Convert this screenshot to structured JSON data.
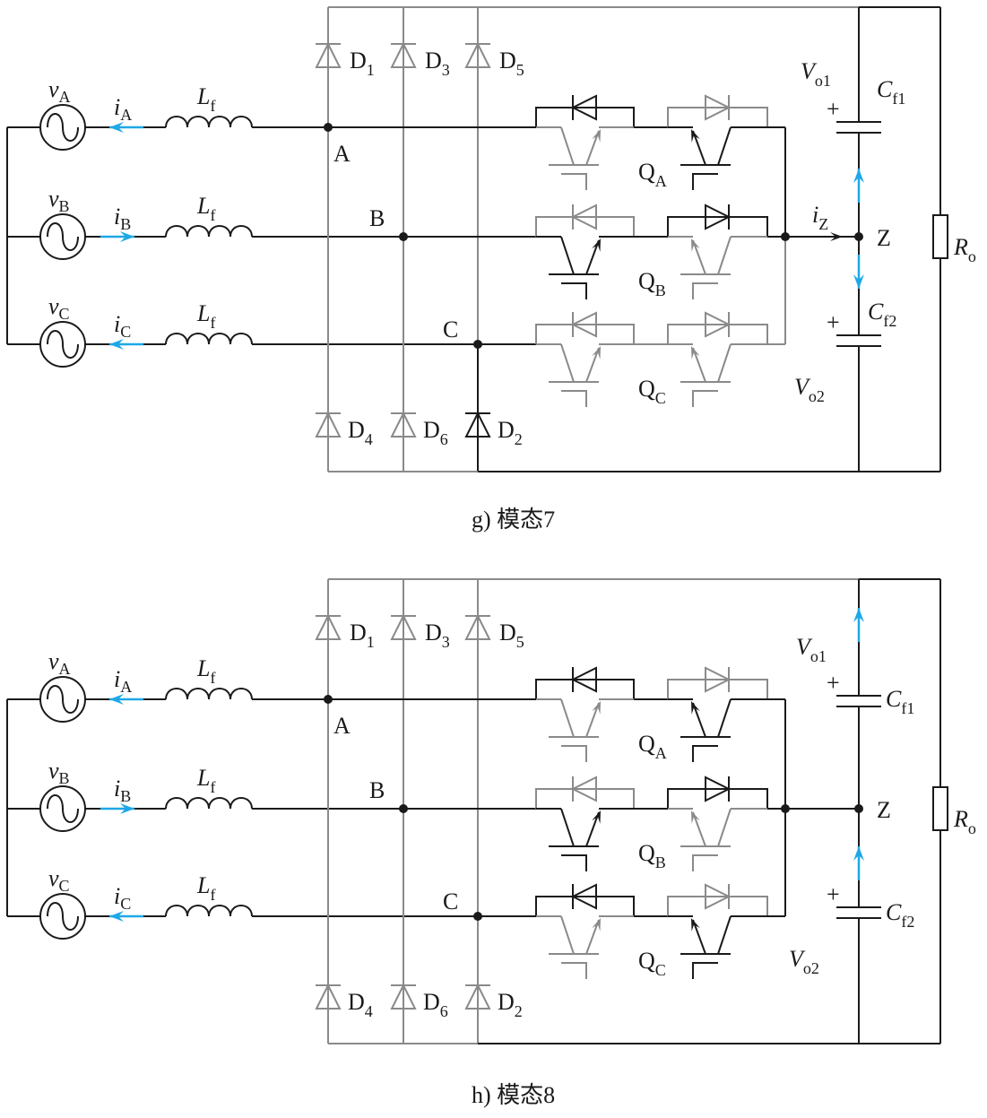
{
  "figure": {
    "colors": {
      "active_wire": "#1a1a1a",
      "inactive_wire": "#8a8a8a",
      "current_arrow": "#1ea8e6"
    },
    "panels": [
      {
        "id": "g",
        "caption": "g) 模态7",
        "sources": [
          {
            "v_main": "v",
            "v_sub": "A",
            "i_main": "i",
            "i_sub": "A",
            "current_dir": "left"
          },
          {
            "v_main": "v",
            "v_sub": "B",
            "i_main": "i",
            "i_sub": "B",
            "current_dir": "right"
          },
          {
            "v_main": "v",
            "v_sub": "C",
            "i_main": "i",
            "i_sub": "C",
            "current_dir": "left"
          }
        ],
        "inductor": {
          "main": "L",
          "sub": "f"
        },
        "nodes": [
          "A",
          "B",
          "C",
          "Z"
        ],
        "diodes_top": [
          {
            "main": "D",
            "sub": "1",
            "active": false
          },
          {
            "main": "D",
            "sub": "3",
            "active": false
          },
          {
            "main": "D",
            "sub": "5",
            "active": false
          }
        ],
        "diodes_bottom": [
          {
            "main": "D",
            "sub": "4",
            "active": false
          },
          {
            "main": "D",
            "sub": "6",
            "active": false
          },
          {
            "main": "D",
            "sub": "2",
            "active": true
          }
        ],
        "switches": [
          {
            "main": "Q",
            "sub": "A",
            "left_diode_active": true,
            "left_igbt_active": false,
            "right_diode_active": false,
            "right_igbt_active": true
          },
          {
            "main": "Q",
            "sub": "B",
            "left_diode_active": false,
            "left_igbt_active": true,
            "right_diode_active": true,
            "right_igbt_active": false
          },
          {
            "main": "Q",
            "sub": "C",
            "left_diode_active": false,
            "left_igbt_active": false,
            "right_diode_active": false,
            "right_igbt_active": false
          }
        ],
        "iz": {
          "main": "i",
          "sub": "Z",
          "shown": true
        },
        "capacitors": [
          {
            "main": "C",
            "sub": "f1"
          },
          {
            "main": "C",
            "sub": "f2"
          }
        ],
        "output_voltages": [
          {
            "main": "V",
            "sub": "o1"
          },
          {
            "main": "V",
            "sub": "o2"
          }
        ],
        "plus_sign": "+",
        "resistor": {
          "main": "R",
          "sub": "o"
        },
        "cap_currents": {
          "upper": "up",
          "lower": "down"
        }
      },
      {
        "id": "h",
        "caption": "h) 模态8",
        "sources": [
          {
            "v_main": "v",
            "v_sub": "A",
            "i_main": "i",
            "i_sub": "A",
            "current_dir": "left"
          },
          {
            "v_main": "v",
            "v_sub": "B",
            "i_main": "i",
            "i_sub": "B",
            "current_dir": "right"
          },
          {
            "v_main": "v",
            "v_sub": "C",
            "i_main": "i",
            "i_sub": "C",
            "current_dir": "left"
          }
        ],
        "inductor": {
          "main": "L",
          "sub": "f"
        },
        "nodes": [
          "A",
          "B",
          "C",
          "Z"
        ],
        "diodes_top": [
          {
            "main": "D",
            "sub": "1",
            "active": false
          },
          {
            "main": "D",
            "sub": "3",
            "active": false
          },
          {
            "main": "D",
            "sub": "5",
            "active": false
          }
        ],
        "diodes_bottom": [
          {
            "main": "D",
            "sub": "4",
            "active": false
          },
          {
            "main": "D",
            "sub": "6",
            "active": false
          },
          {
            "main": "D",
            "sub": "2",
            "active": false
          }
        ],
        "switches": [
          {
            "main": "Q",
            "sub": "A",
            "left_diode_active": true,
            "left_igbt_active": false,
            "right_diode_active": false,
            "right_igbt_active": true
          },
          {
            "main": "Q",
            "sub": "B",
            "left_diode_active": false,
            "left_igbt_active": true,
            "right_diode_active": true,
            "right_igbt_active": false
          },
          {
            "main": "Q",
            "sub": "C",
            "left_diode_active": true,
            "left_igbt_active": false,
            "right_diode_active": false,
            "right_igbt_active": true
          }
        ],
        "iz": {
          "main": "i",
          "sub": "Z",
          "shown": false
        },
        "capacitors": [
          {
            "main": "C",
            "sub": "f1"
          },
          {
            "main": "C",
            "sub": "f2"
          }
        ],
        "output_voltages": [
          {
            "main": "V",
            "sub": "o1"
          },
          {
            "main": "V",
            "sub": "o2"
          }
        ],
        "plus_sign": "+",
        "resistor": {
          "main": "R",
          "sub": "o"
        },
        "cap_currents": {
          "upper": "up",
          "lower": "up"
        }
      }
    ]
  }
}
